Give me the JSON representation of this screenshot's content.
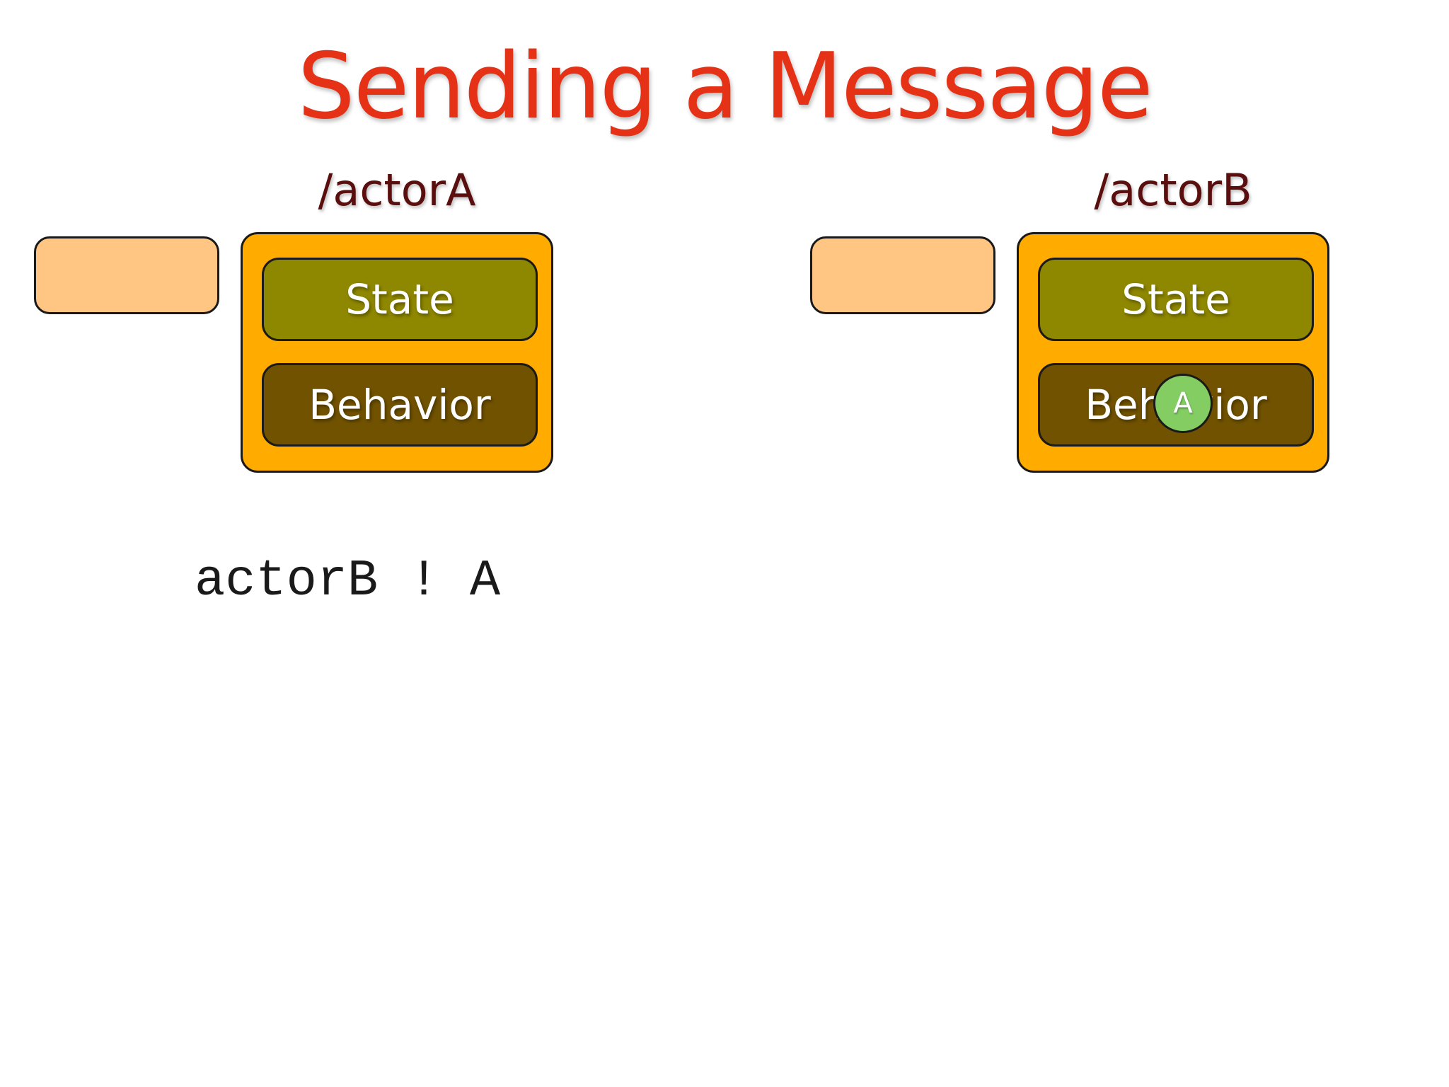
{
  "slide": {
    "title": "Sending a Message",
    "code": "actorB ! A"
  },
  "actors": [
    {
      "label": "/actorA",
      "state_label": "State",
      "behavior_label": "Behavior"
    },
    {
      "label": "/actorB",
      "state_label": "State",
      "behavior_label": "Behavior"
    }
  ],
  "message": {
    "label": "A"
  },
  "colors": {
    "title": "#e53216",
    "actor_label": "#5a0e0e",
    "mailbox": "#ffc683",
    "actor_box": "#ffab00",
    "state": "#8e8700",
    "behavior": "#715200",
    "message": "#83cd63"
  }
}
